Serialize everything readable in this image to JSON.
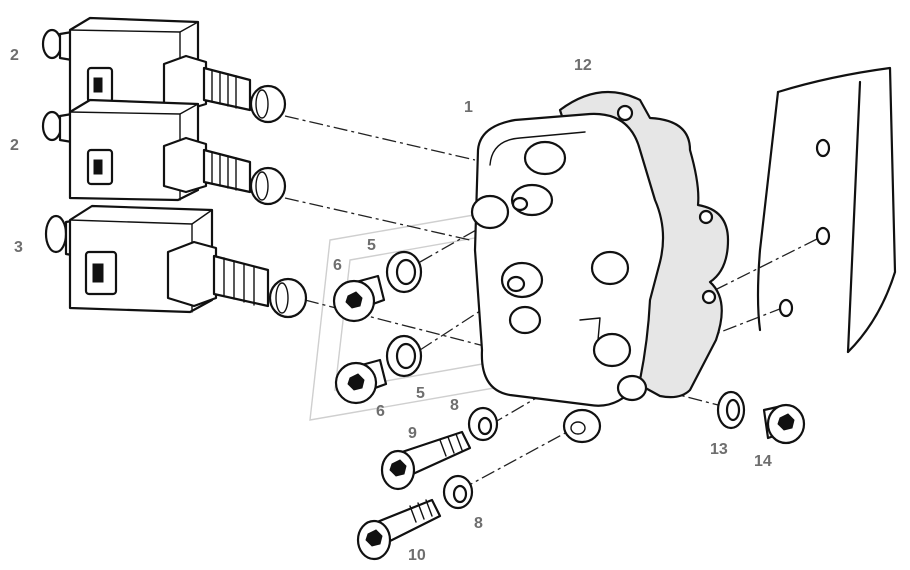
{
  "labels": {
    "n1": "1",
    "n2a": "2",
    "n2b": "2",
    "n3": "3",
    "n5a": "5",
    "n5b": "5",
    "n6a": "6",
    "n6b": "6",
    "n8a": "8",
    "n8b": "8",
    "n9": "9",
    "n10": "10",
    "n12": "12",
    "n13": "13",
    "n14": "14"
  },
  "colors": {
    "line": "#111111",
    "label": "#6e6e6e",
    "background": "#ffffff",
    "gasket_stipple": "#333333"
  }
}
